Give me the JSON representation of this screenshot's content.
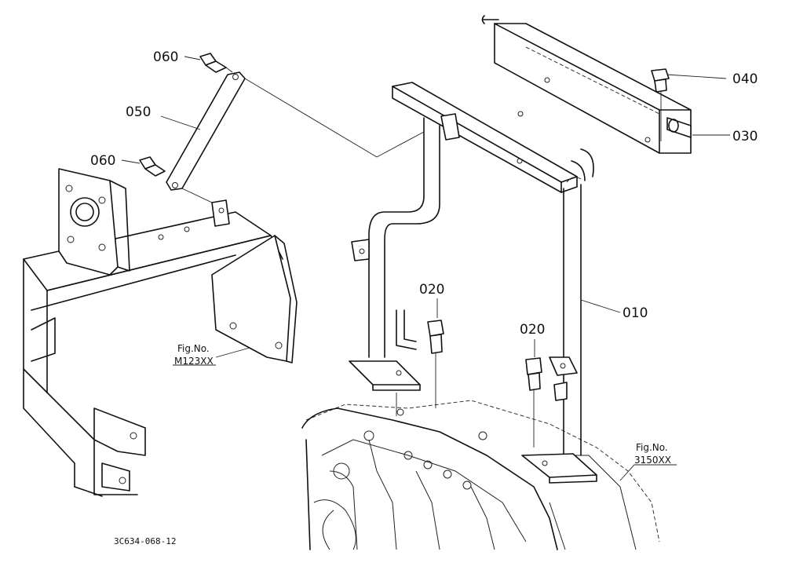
{
  "drawing_id": "3C634-068-12",
  "parts": {
    "p010": "010",
    "p020_left": "020",
    "p020_right": "020",
    "p030": "030",
    "p040": "040",
    "p050": "050",
    "p060_top": "060",
    "p060_mid": "060"
  },
  "references": {
    "left": {
      "line1": "Fig.No.",
      "line2": "M123XX"
    },
    "right": {
      "line1": "Fig.No.",
      "line2": "3150XX"
    }
  }
}
